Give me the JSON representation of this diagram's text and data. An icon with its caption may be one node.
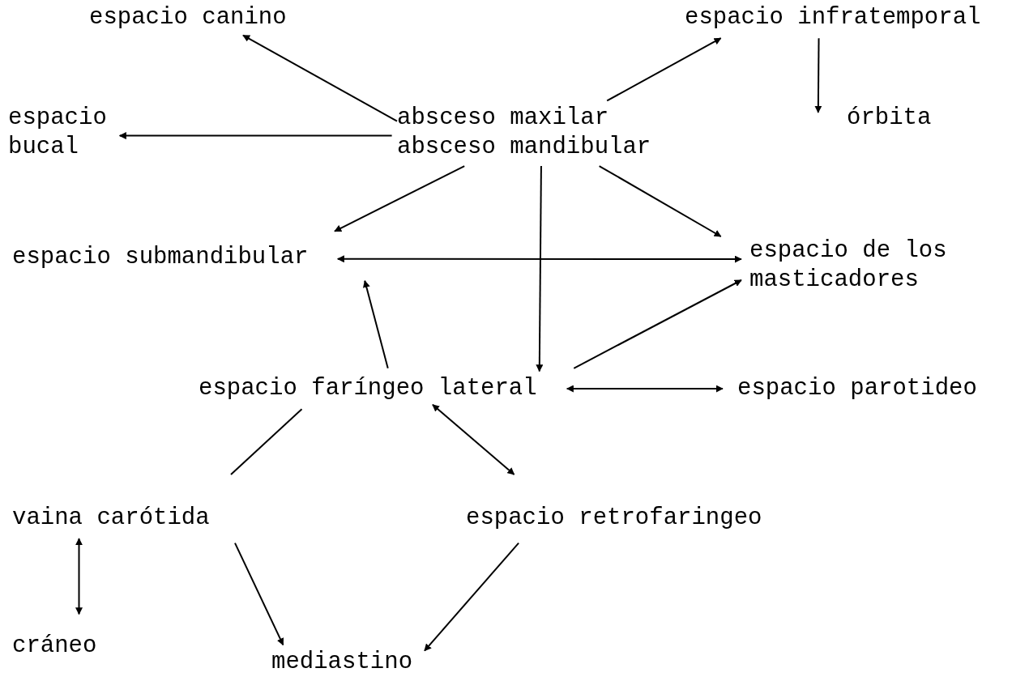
{
  "diagram": {
    "nodes": [
      {
        "text": [
          "espacio canino"
        ]
      },
      {
        "text": [
          "espacio infratemporal"
        ]
      },
      {
        "text": [
          "espacio bucal"
        ]
      },
      {
        "text": [
          "absceso maxilar absceso mandibular"
        ]
      },
      {
        "text": [
          "órbita"
        ]
      },
      {
        "text": [
          "espacio submandibular"
        ]
      },
      {
        "text": [
          "espacio de los masticadores"
        ]
      },
      {
        "text": [
          "espacio faríngeo lateral"
        ]
      },
      {
        "text": [
          "espacio parotideo"
        ]
      },
      {
        "text": [
          "vaina carótida"
        ]
      },
      {
        "text": [
          "espacio retrofaringeo"
        ]
      },
      {
        "text": [
          "cráneo"
        ]
      },
      {
        "text": [
          "mediastino"
        ]
      }
    ],
    "edges": [
      {
        "from": 3,
        "to": 0,
        "arrow": "to"
      },
      {
        "from": 3,
        "to": 2,
        "arrow": "to"
      },
      {
        "from": 3,
        "to": 1,
        "arrow": "to"
      },
      {
        "from": 1,
        "to": 4,
        "arrow": "to"
      },
      {
        "from": 3,
        "to": 5,
        "arrow": "to"
      },
      {
        "from": 3,
        "to": 7,
        "arrow": "to"
      },
      {
        "from": 3,
        "to": 6,
        "arrow": "to"
      },
      {
        "from": 5,
        "to": 6,
        "arrow": "both"
      },
      {
        "from": 7,
        "to": 5,
        "arrow": "to"
      },
      {
        "from": 7,
        "to": 6,
        "arrow": "to"
      },
      {
        "from": 7,
        "to": 8,
        "arrow": "both"
      },
      {
        "from": 7,
        "to": 10,
        "arrow": "both"
      },
      {
        "from": 7,
        "to": 9,
        "arrow": "none"
      },
      {
        "from": 9,
        "to": 11,
        "arrow": "both"
      },
      {
        "from": 9,
        "to": 12,
        "arrow": "to"
      },
      {
        "from": 10,
        "to": 12,
        "arrow": "to"
      }
    ]
  }
}
